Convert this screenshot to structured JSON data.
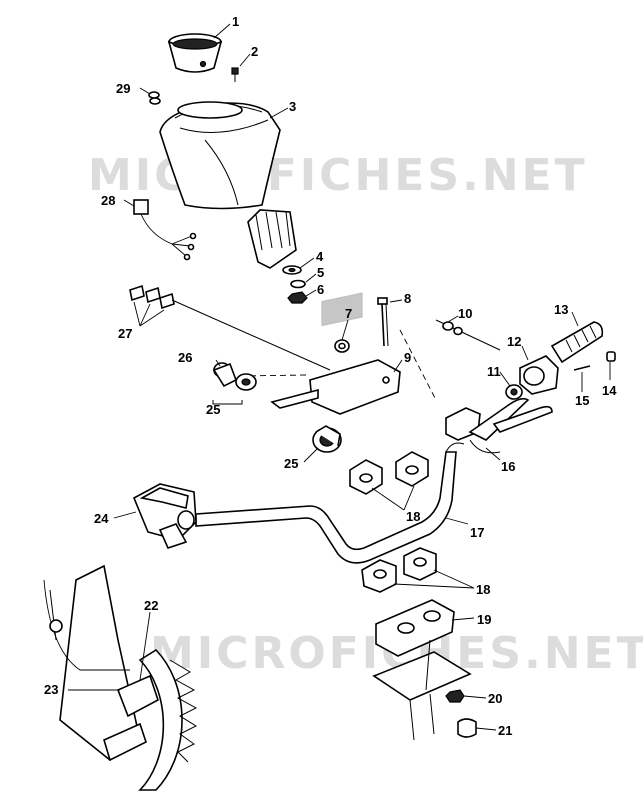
{
  "watermark": "MICROFICHES.NET",
  "callouts": [
    {
      "id": "1",
      "text": "1"
    },
    {
      "id": "2",
      "text": "2"
    },
    {
      "id": "3",
      "text": "3"
    },
    {
      "id": "4",
      "text": "4"
    },
    {
      "id": "5",
      "text": "5"
    },
    {
      "id": "6",
      "text": "6"
    },
    {
      "id": "7",
      "text": "7"
    },
    {
      "id": "8",
      "text": "8"
    },
    {
      "id": "9",
      "text": "9"
    },
    {
      "id": "10",
      "text": "10"
    },
    {
      "id": "11",
      "text": "11"
    },
    {
      "id": "12",
      "text": "12"
    },
    {
      "id": "13",
      "text": "13"
    },
    {
      "id": "14",
      "text": "14"
    },
    {
      "id": "15",
      "text": "15"
    },
    {
      "id": "16",
      "text": "16"
    },
    {
      "id": "17",
      "text": "17"
    },
    {
      "id": "18a",
      "text": "18"
    },
    {
      "id": "18b",
      "text": "18"
    },
    {
      "id": "19",
      "text": "19"
    },
    {
      "id": "20",
      "text": "20"
    },
    {
      "id": "21",
      "text": "21"
    },
    {
      "id": "22",
      "text": "22"
    },
    {
      "id": "23",
      "text": "23"
    },
    {
      "id": "24",
      "text": "24"
    },
    {
      "id": "25a",
      "text": "25"
    },
    {
      "id": "25b",
      "text": "25"
    },
    {
      "id": "26",
      "text": "26"
    },
    {
      "id": "27",
      "text": "27"
    },
    {
      "id": "28",
      "text": "28"
    },
    {
      "id": "29",
      "text": "29"
    }
  ]
}
